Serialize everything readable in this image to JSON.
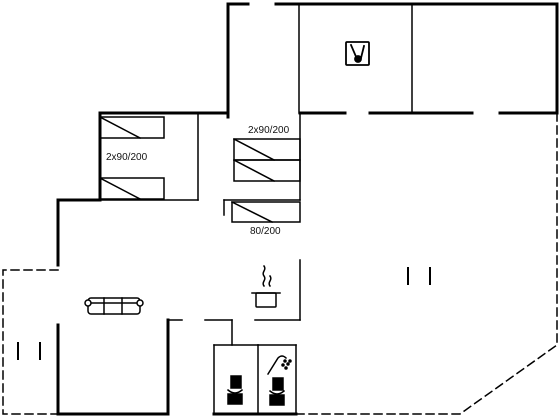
{
  "floorplan": {
    "labels": {
      "bed_left": "2x90/200",
      "bed_middle": "2x90/200",
      "bed_small": "80/200"
    },
    "icons": [
      "washing-machine-icon",
      "sofa-icon",
      "cooking-pot-icon",
      "toilet-icon",
      "shower-icon"
    ],
    "colors": {
      "wall": "#000000",
      "background": "#ffffff"
    }
  }
}
